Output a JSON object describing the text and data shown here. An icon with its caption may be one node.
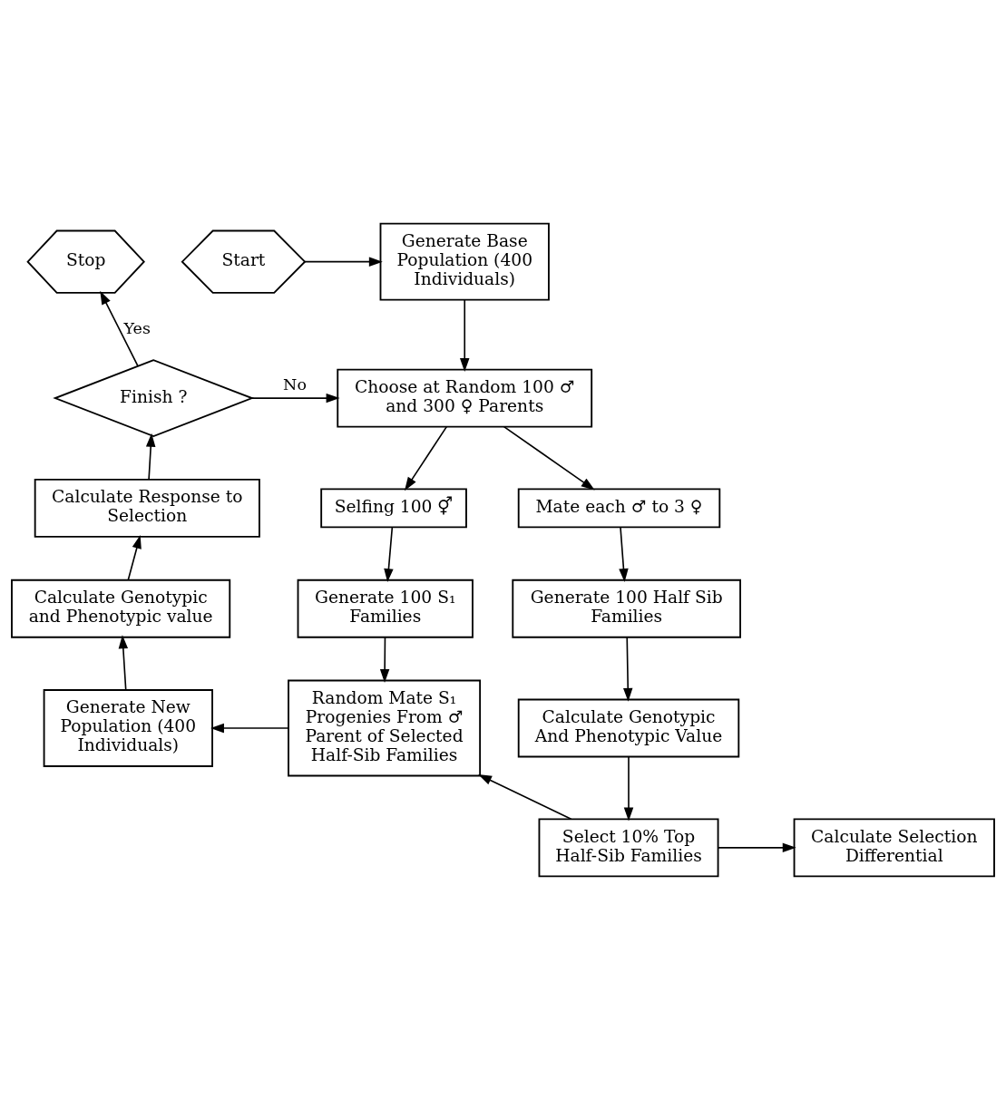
{
  "diagram": {
    "nodes": [
      {
        "text": [
          "Stop"
        ]
      },
      {
        "text": [
          "Start"
        ]
      },
      {
        "text": [
          "Generate Base Population (400 Individuals)"
        ]
      },
      {
        "text": [
          "Finish ?"
        ]
      },
      {
        "text": [
          "Choose at Random 100 ♂ and 300 ♀ Parents"
        ]
      },
      {
        "text": [
          "Calculate Response to Selection"
        ]
      },
      {
        "text": [
          "Selfing 100 ⚥"
        ]
      },
      {
        "text": [
          "Mate each ♂ to 3 ♀"
        ]
      },
      {
        "text": [
          "Calculate Genotypic and Phenotypic value"
        ]
      },
      {
        "text": [
          "Generate 100 S₁ Families"
        ]
      },
      {
        "text": [
          "Generate 100 Half Sib Families"
        ]
      },
      {
        "text": [
          "Generate New Population (400 Individuals)"
        ]
      },
      {
        "text": [
          "Random Mate S₁ Progenies From ♂ Parent of Selected Half-Sib Families"
        ]
      },
      {
        "text": [
          "Calculate Genotypic And Phenotypic Value"
        ]
      },
      {
        "text": [
          "Calculate Selection Differential"
        ]
      },
      {
        "text": [
          "Select 10% Top Half-Sib Families"
        ]
      }
    ],
    "edges": [
      {
        "from": 1,
        "to": 2,
        "arrow": "to"
      },
      {
        "from": 2,
        "to": 4,
        "arrow": "to"
      },
      {
        "from": 3,
        "to": 0,
        "arrow": "to",
        "label": "Yes"
      },
      {
        "from": 3,
        "to": 4,
        "arrow": "to",
        "label": "No"
      },
      {
        "from": 4,
        "to": 6,
        "arrow": "to"
      },
      {
        "from": 4,
        "to": 7,
        "arrow": "to"
      },
      {
        "from": 6,
        "to": 9,
        "arrow": "to"
      },
      {
        "from": 7,
        "to": 10,
        "arrow": "to"
      },
      {
        "from": 9,
        "to": 12,
        "arrow": "to"
      },
      {
        "from": 10,
        "to": 13,
        "arrow": "to"
      },
      {
        "from": 13,
        "to": 15,
        "arrow": "to"
      },
      {
        "from": 15,
        "to": 14,
        "arrow": "to"
      },
      {
        "from": 15,
        "to": 12,
        "arrow": "to"
      },
      {
        "from": 12,
        "to": 11,
        "arrow": "to"
      },
      {
        "from": 11,
        "to": 8,
        "arrow": "to"
      },
      {
        "from": 8,
        "to": 5,
        "arrow": "to"
      },
      {
        "from": 5,
        "to": 3,
        "arrow": "to"
      }
    ]
  }
}
